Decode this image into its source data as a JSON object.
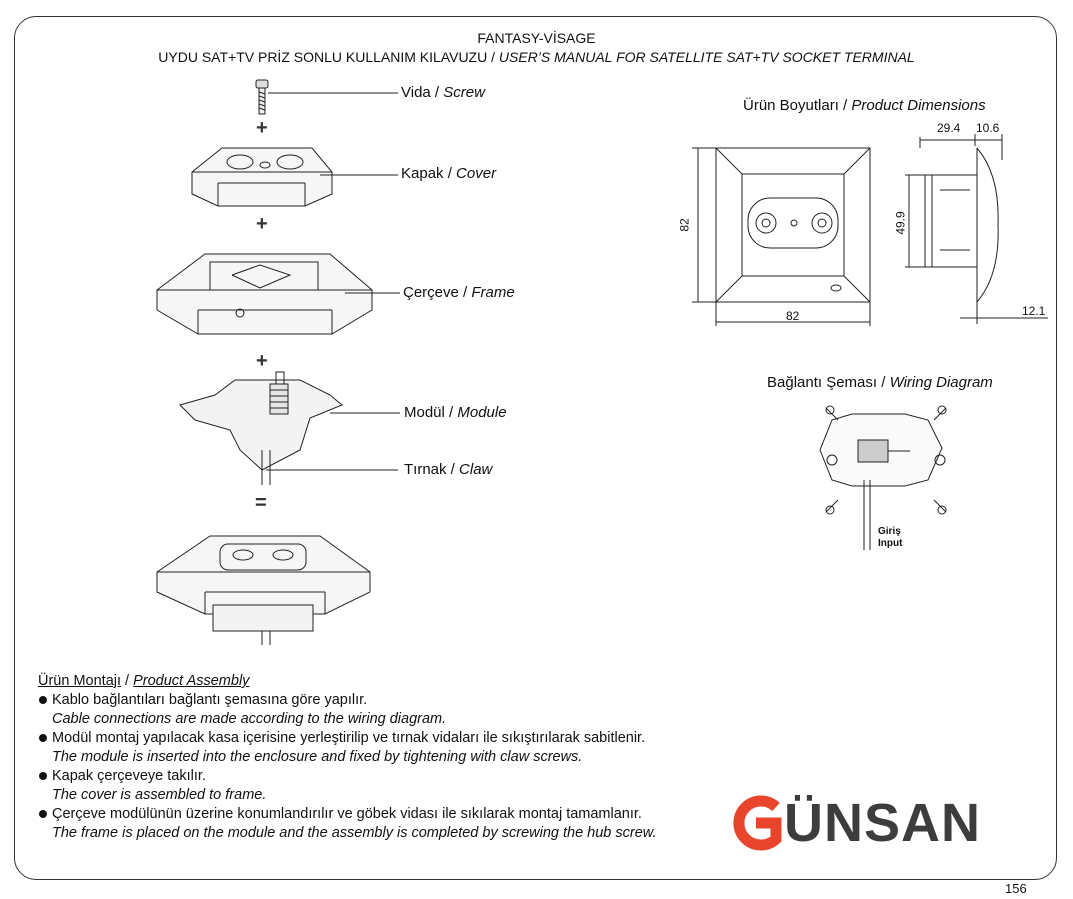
{
  "header": {
    "brand_model": "FANTASY-VİSAGE",
    "manual_tr": "UYDU SAT+TV PRİZ SONLU KULLANIM KILAVUZU /",
    "manual_en": "USER’S MANUAL FOR SATELLITE SAT+TV SOCKET TERMINAL"
  },
  "parts": {
    "screw_tr": "Vida /",
    "screw_en": "Screw",
    "cover_tr": "Kapak /",
    "cover_en": "Cover",
    "frame_tr": "Çerçeve /",
    "frame_en": "Frame",
    "module_tr": "Modül /",
    "module_en": "Module",
    "claw_tr": "Tırnak /",
    "claw_en": "Claw",
    "plus": "+",
    "equals": "="
  },
  "dimensions": {
    "title_tr": "Ürün Boyutları /",
    "title_en": "Product Dimensions",
    "height": "82",
    "width": "82",
    "depth_a": "29.4",
    "depth_b": "10.6",
    "inner_height": "49.9",
    "frame_depth": "12.1"
  },
  "wiring": {
    "title_tr": "Bağlantı Şeması /",
    "title_en": "Wiring Diagram",
    "input_tr": "Giriş",
    "input_en": "Input"
  },
  "assembly": {
    "heading_tr": "Ürün Montajı",
    "heading_sep": " / ",
    "heading_en": "Product Assembly",
    "steps": [
      {
        "tr": "Kablo bağlantıları bağlantı şemasına göre yapılır.",
        "en": "Cable connections are made according to the wiring diagram."
      },
      {
        "tr": "Modül montaj yapılacak kasa içerisine yerleştirilip ve tırnak vidaları ile sıkıştırılarak sabitlenir.",
        "en": "The module is inserted into the enclosure and fixed by tightening with claw screws."
      },
      {
        "tr": "Kapak çerçeveye takılır.",
        "en": "The cover is assembled to frame."
      },
      {
        "tr": "Çerçeve modülünün üzerine konumlandırılır ve göbek vidası ile sıkılarak montaj tamamlanır.",
        "en": "The frame is placed on the module and the assembly is completed by screwing the hub screw."
      }
    ]
  },
  "logo": {
    "text": "ÜNSAN",
    "color": "#e8452c",
    "text_color": "#3d3d3d"
  },
  "page_number": "156"
}
